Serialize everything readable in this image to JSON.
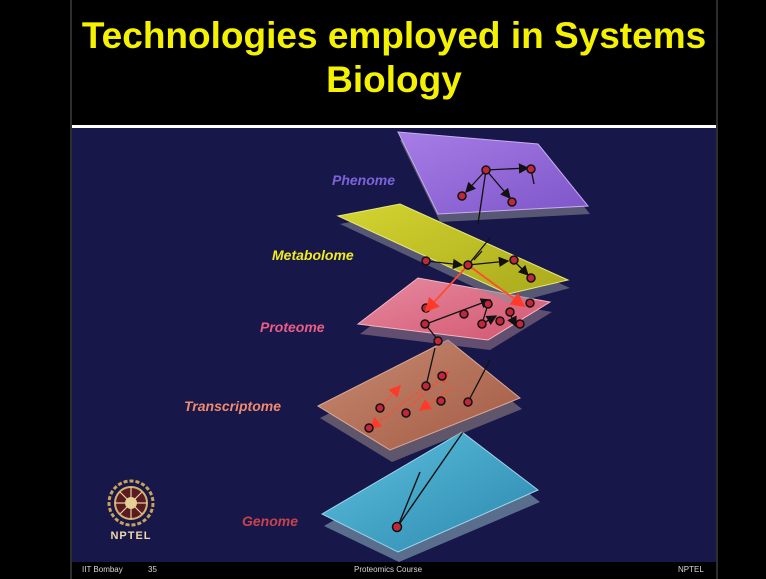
{
  "slide": {
    "title": "Technologies employed in Systems Biology",
    "title_line1": "Technologies employed in Systems",
    "title_line2": "Biology"
  },
  "layers": [
    {
      "label": "Phenome",
      "color": "#9e6ae0",
      "label_color": "#7d63d9"
    },
    {
      "label": "Metabolome",
      "color": "#c4c62a",
      "label_color": "#f1ec1a"
    },
    {
      "label": "Proteome",
      "color": "#e0728e",
      "label_color": "#ee5d86"
    },
    {
      "label": "Transcriptome",
      "color": "#c0755c",
      "label_color": "#f08a6c"
    },
    {
      "label": "Genome",
      "color": "#3ea6c7",
      "label_color": "#c7424d"
    }
  ],
  "logo": {
    "text": "NPTEL"
  },
  "footer": {
    "institution": "IIT Bombay",
    "slide_number": "35",
    "course": "Proteomics Course",
    "brand": "NPTEL"
  }
}
